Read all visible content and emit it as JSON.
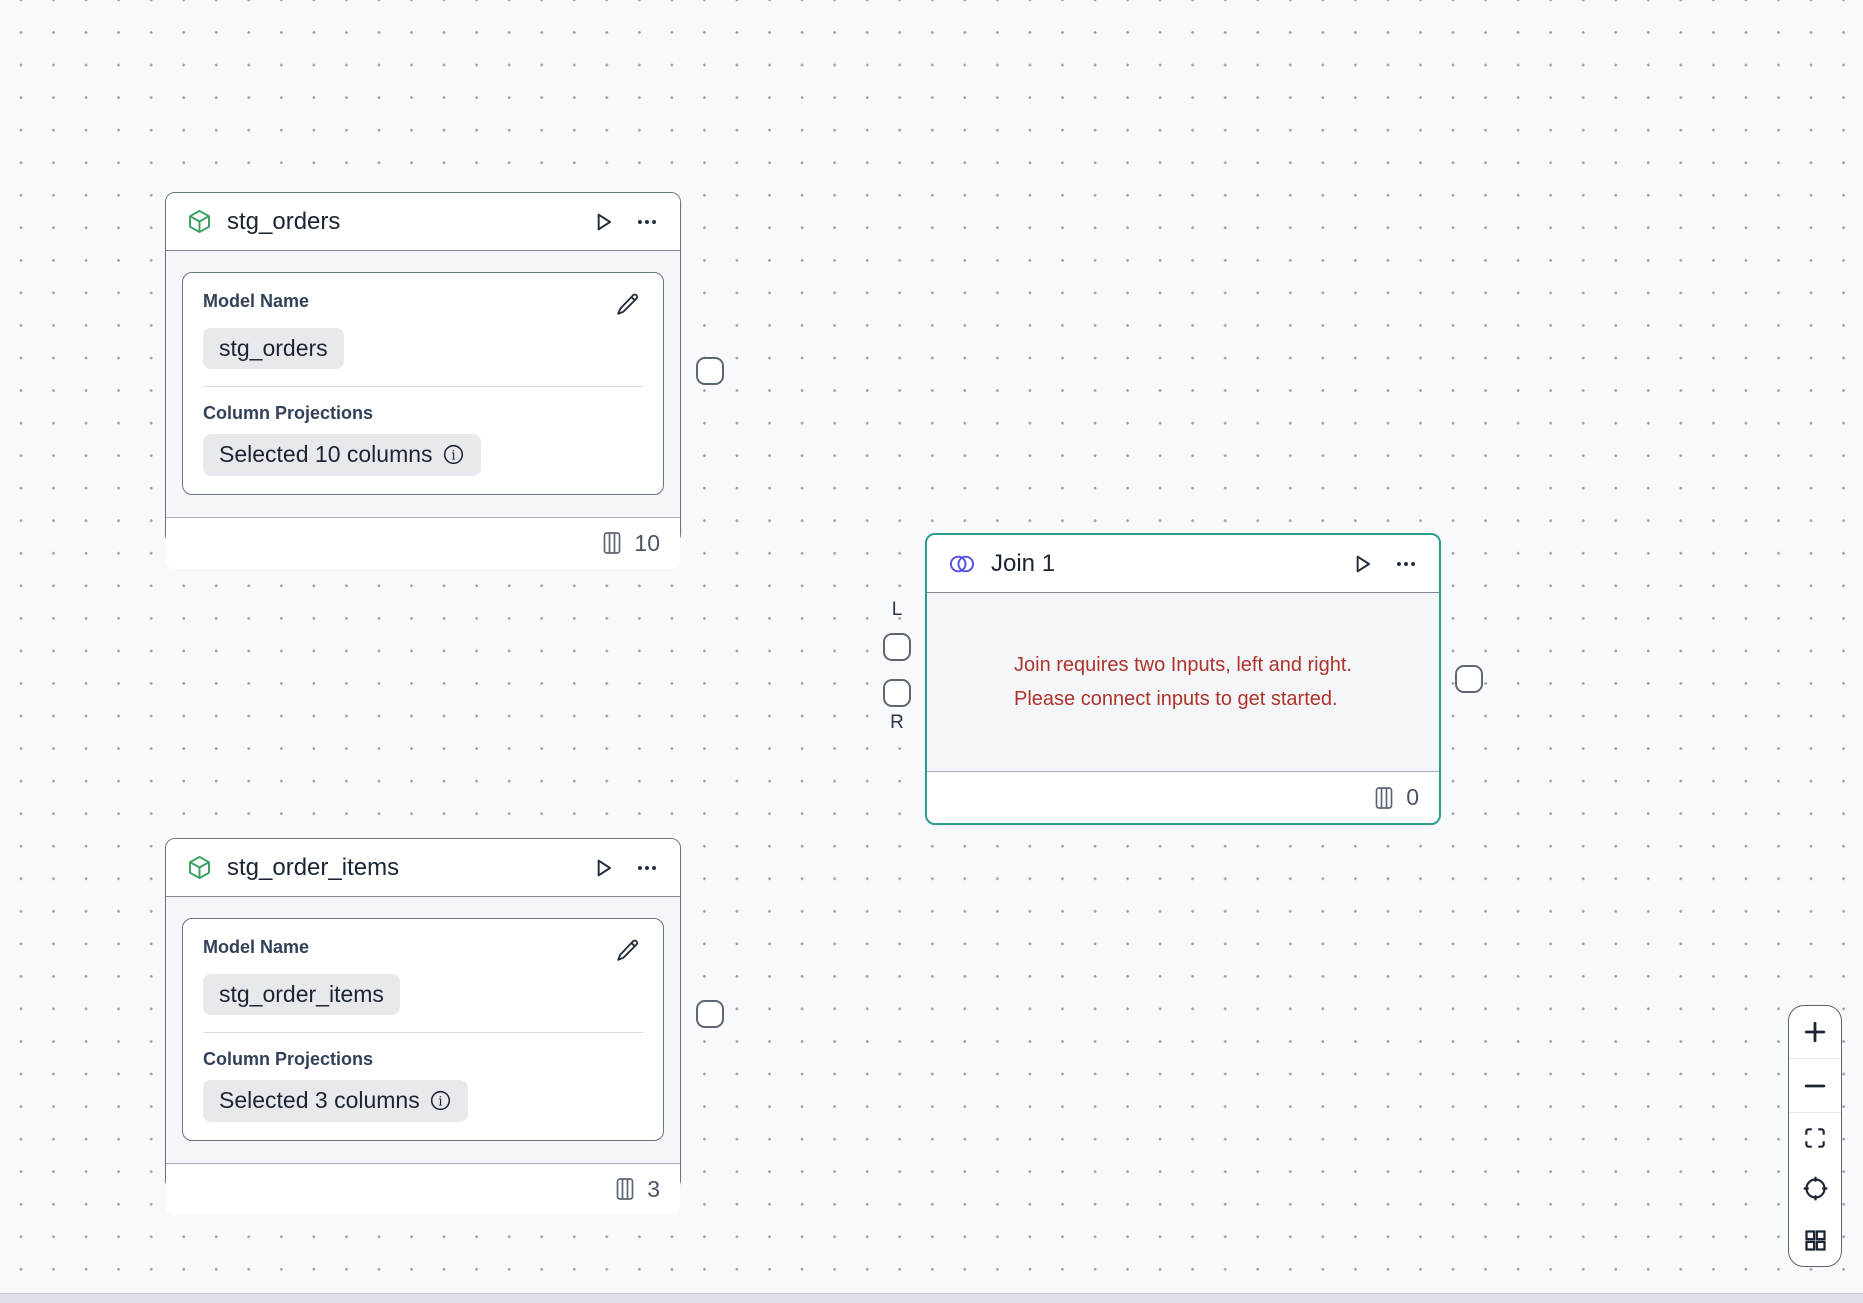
{
  "canvas": {
    "background": "#f8f9fb",
    "dot_color": "#a0a5ae",
    "bottom_bar_color": "#dde1e7"
  },
  "colors": {
    "node_border": "#6a7381",
    "selected_node_border_teal": "#2a9d90",
    "model_icon_green": "#38a05f",
    "join_icon_indigo": "#5451e1",
    "error_red": "#ae332b",
    "text_dark": "#1c2433",
    "label_dark": "#33405a"
  },
  "nodes": {
    "stg_orders": {
      "title": "stg_orders",
      "icon": "cube-icon",
      "model_name_label": "Model Name",
      "model_name_value": "stg_orders",
      "column_projections_label": "Column Projections",
      "column_projections_value": "Selected 10 columns",
      "column_count": "10"
    },
    "stg_order_items": {
      "title": "stg_order_items",
      "icon": "cube-icon",
      "model_name_label": "Model Name",
      "model_name_value": "stg_order_items",
      "column_projections_label": "Column Projections",
      "column_projections_value": "Selected 3 columns",
      "column_count": "3"
    },
    "join": {
      "title": "Join 1",
      "icon": "join-venn-icon",
      "error_line1": "Join requires two Inputs, left and right.",
      "error_line2": "Please connect inputs to get started.",
      "left_port_label": "L",
      "right_port_label": "R",
      "column_count": "0"
    }
  },
  "node_actions": {
    "run_icon": "play-icon",
    "menu_icon": "ellipsis-icon",
    "edit_icon": "pencil-icon",
    "info_icon": "info-icon",
    "columns_icon": "columns-icon"
  },
  "zoom_controls": {
    "items": [
      {
        "name": "zoom-in",
        "icon": "plus-icon"
      },
      {
        "name": "zoom-out",
        "icon": "minus-icon"
      },
      {
        "name": "fit-view",
        "icon": "fit-view-icon"
      },
      {
        "name": "locate",
        "icon": "crosshair-icon"
      },
      {
        "name": "layout-grid",
        "icon": "grid-icon"
      }
    ]
  }
}
